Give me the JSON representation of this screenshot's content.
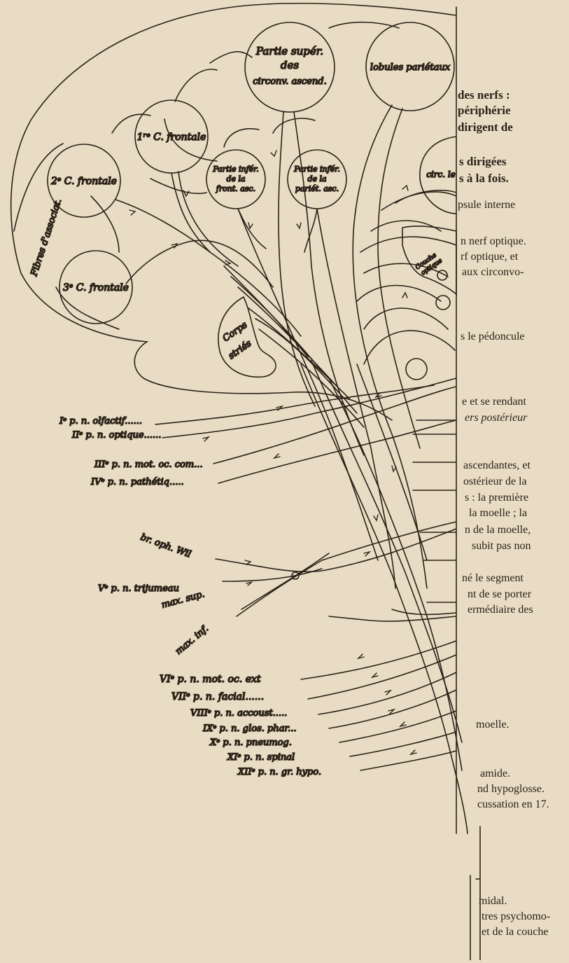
{
  "colors": {
    "paper": "#e9dcc4",
    "ink": "#2a2218"
  },
  "regions": {
    "partie_super": [
      "Partie supér.",
      "des",
      "circonv. ascend."
    ],
    "lobules": "lobules pariétaux",
    "c1": "1ʳᵉ C. frontale",
    "c2": "2ᵉ C. frontale",
    "c3": "3ᵉ C. frontale",
    "partie_infer_front": [
      "Partie infér.",
      "de la",
      "front. asc."
    ],
    "partie_infer_pariet": [
      "Partie infér.",
      "de la",
      "pariét. asc."
    ],
    "circ": "circ. le",
    "fibres": "Fibres d'associat.",
    "corps_stries": [
      "Corps",
      "striés"
    ],
    "couche_optique": [
      "Couche",
      "optique"
    ]
  },
  "nerve_labels": [
    "Iᵉ p. n. olfactif......",
    "IIᵉ p. n. optique......",
    "IIIᵉ p. n. mot. oc. com...",
    "IVᵉ p. n. pathétiq.....",
    "br. oph. Wil",
    "Vᵉ p. n. trijumeau",
    "max. sup.",
    "max. inf.",
    "VIᵉ p. n. mot. oc. ext",
    "VIIᵉ p. n. facial......",
    "VIIIᵉ p. n. accoust.....",
    "IXᵉ p. n. glos. phar...",
    "Xᵉ p. n. pneumog.",
    "XIᵉ p. n. spinal",
    "XIIᵉ p. n. gr. hypo."
  ],
  "margin_text": [
    "des nerfs :",
    "périphérie",
    "dirigent de",
    "s dirigées",
    "s à la fois.",
    "psule interne",
    "n nerf optique.",
    "rf optique, et",
    "aux circonvo-",
    "s le pédoncule",
    "e et se rendant",
    "ers postérieur",
    "ascendantes, et",
    "ostérieur de la",
    "s : la première",
    "la moelle ; la",
    "n de la moelle,",
    "subit pas non",
    "né le segment",
    "nt de se porter",
    "ermédiaire des",
    "moelle.",
    "amide.",
    "nd hypoglosse.",
    "cussation en 17.",
    "midal.",
    "tres psychomo-",
    "et de la couche"
  ]
}
